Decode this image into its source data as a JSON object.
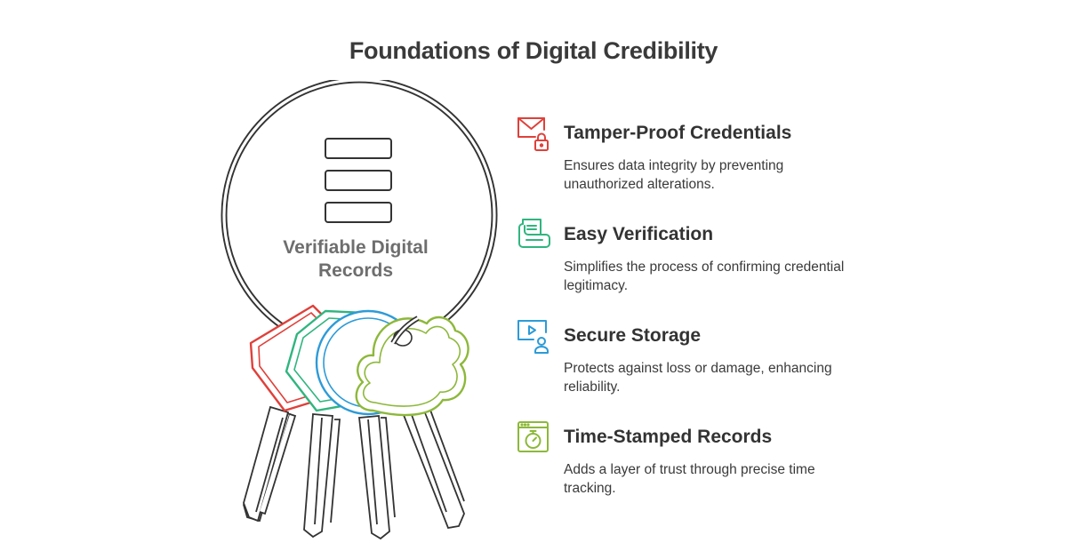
{
  "title": "Foundations of Digital Credibility",
  "center": {
    "label_line1": "Verifiable Digital",
    "label_line2": "Records",
    "icon": "server-stack-icon"
  },
  "items": [
    {
      "title": "Tamper-Proof Credentials",
      "description": "Ensures data integrity by preventing unauthorized alterations.",
      "icon": "envelope-lock-icon",
      "color": "#e0403a"
    },
    {
      "title": "Easy Verification",
      "description": "Simplifies the process of confirming credential legitimacy.",
      "icon": "certificate-icon",
      "color": "#2fb57f"
    },
    {
      "title": "Secure Storage",
      "description": "Protects against loss or damage, enhancing reliability.",
      "icon": "media-user-icon",
      "color": "#2d9bd8"
    },
    {
      "title": "Time-Stamped Records",
      "description": "Adds a layer of trust through precise time tracking.",
      "icon": "stopwatch-window-icon",
      "color": "#8db83a"
    }
  ],
  "key_colors": [
    "#e0403a",
    "#2fb57f",
    "#2d9bd8",
    "#8db83a"
  ]
}
